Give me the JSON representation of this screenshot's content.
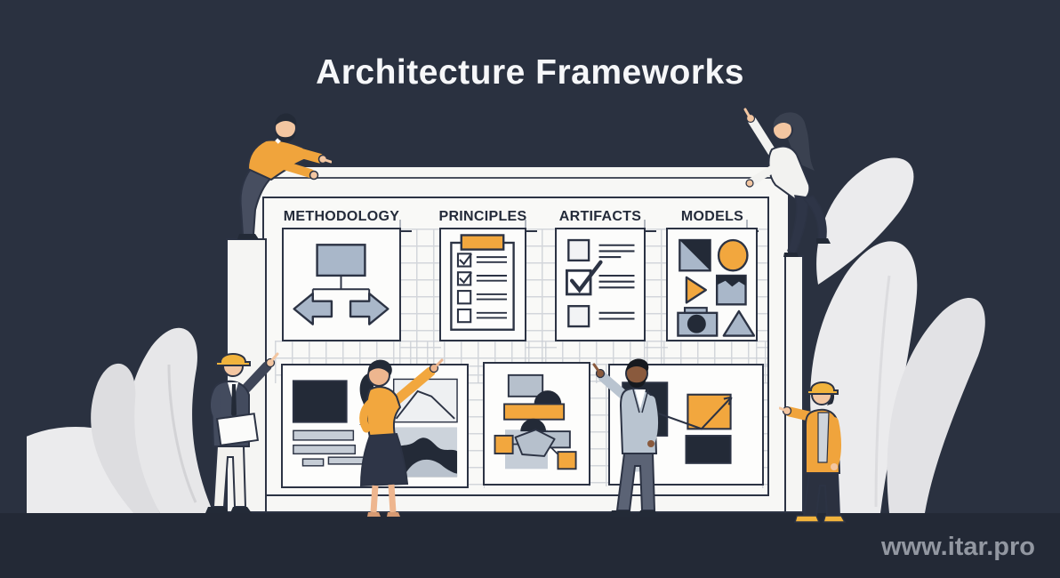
{
  "title": "Architecture Frameworks",
  "watermark": "www.itar.pro",
  "board": {
    "columns": [
      {
        "label": "METHODOLOGY",
        "icon": "flowchart-icon"
      },
      {
        "label": "PRINCIPLES",
        "icon": "checklist-clipboard-icon"
      },
      {
        "label": "ARTIFACTS",
        "icon": "checked-document-icon"
      },
      {
        "label": "MODELS",
        "icon": "shapes-collection-icon"
      }
    ],
    "bottom_panels": [
      {
        "icon": "report-with-charts-icon"
      },
      {
        "icon": "abstract-process-diagram-icon"
      },
      {
        "icon": "growth-chart-icon"
      }
    ]
  },
  "people": [
    {
      "name": "leaning-man-top-left"
    },
    {
      "name": "climbing-woman-top-right"
    },
    {
      "name": "architect-with-clipboard-left"
    },
    {
      "name": "presenting-woman-center"
    },
    {
      "name": "pointing-man-suit-center"
    },
    {
      "name": "engineer-pointing-right"
    }
  ],
  "colors": {
    "background": "#2A3140",
    "accent_orange": "#F2A73E",
    "board_white": "#F7F7F5",
    "outline_navy": "#2C3344",
    "shape_blue_gray": "#A9B7C9",
    "shape_dark": "#232A37",
    "leaf_gray": "#E9E9EB",
    "watermark_gray": "#A6ABB4"
  }
}
